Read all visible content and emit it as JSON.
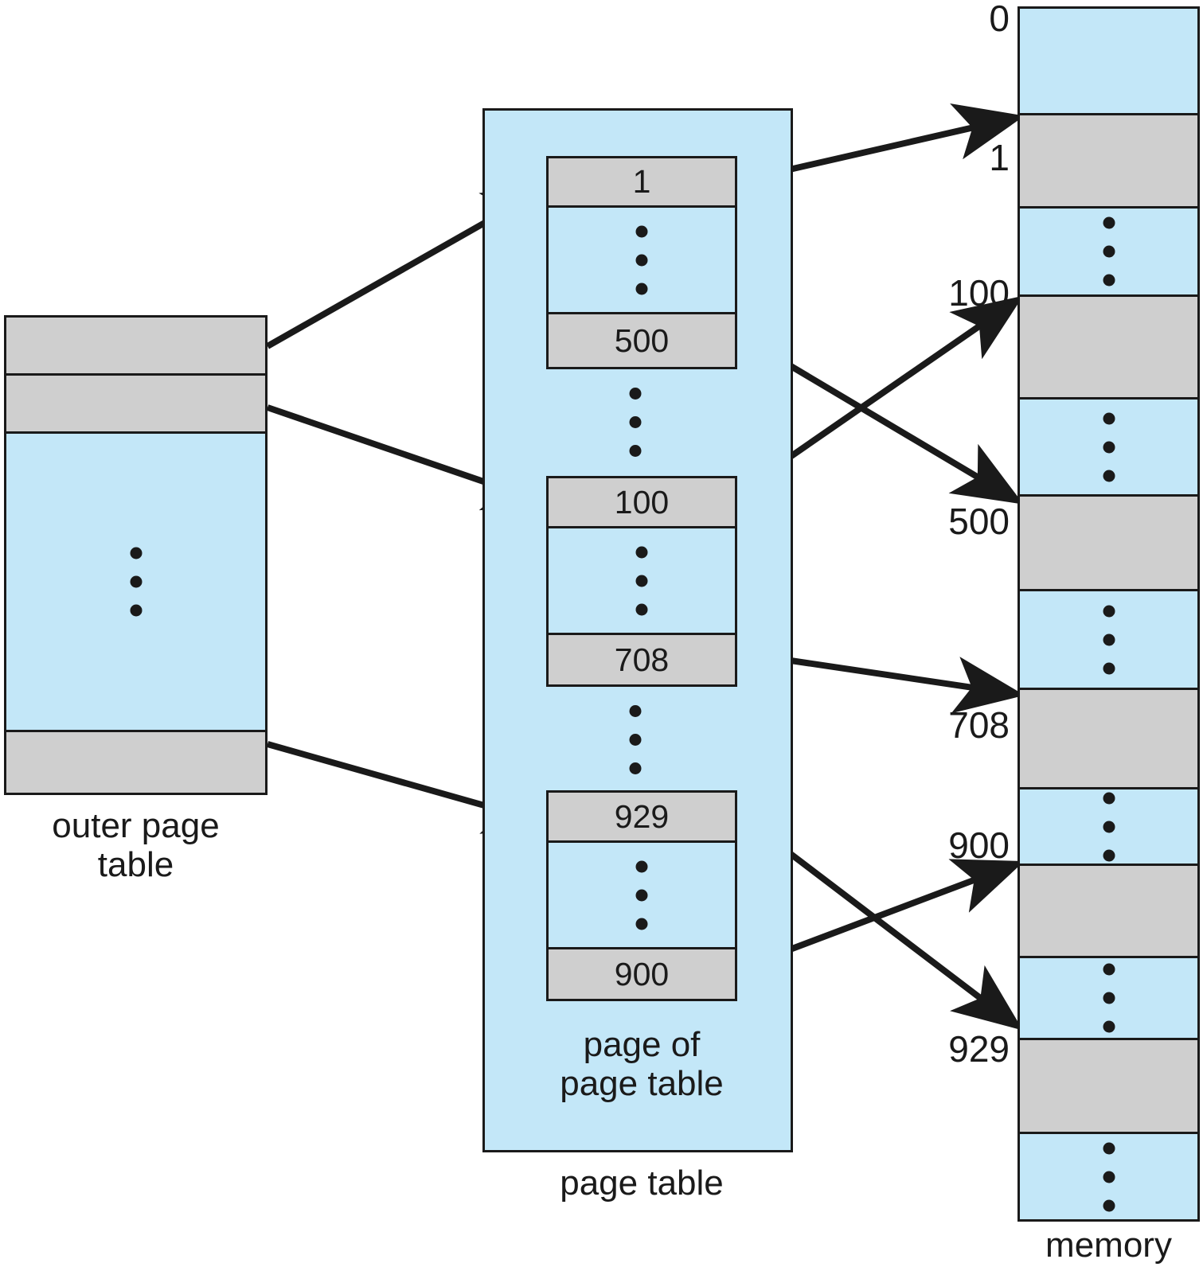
{
  "diagram": {
    "title": "two-level paging address translation",
    "colors": {
      "entry_fill": "#cfcfcf",
      "panel_fill": "#c3e7f8",
      "stroke": "#1a1a1a",
      "background": "#ffffff"
    }
  },
  "outer_page_table": {
    "caption": "outer page\ntable",
    "entries": [
      {
        "kind": "entry",
        "value": ""
      },
      {
        "kind": "entry",
        "value": ""
      },
      {
        "kind": "gap",
        "value": ""
      },
      {
        "kind": "entry",
        "value": ""
      }
    ]
  },
  "page_table": {
    "caption": "page table",
    "inner_caption": "page of\npage table",
    "groups": [
      {
        "top": {
          "value": "1"
        },
        "bottom": {
          "value": "500"
        }
      },
      {
        "top": {
          "value": "100"
        },
        "bottom": {
          "value": "708"
        }
      },
      {
        "top": {
          "value": "929"
        },
        "bottom": {
          "value": "900"
        }
      }
    ]
  },
  "memory": {
    "caption": "memory",
    "frame_labels": [
      "0",
      "1",
      "100",
      "500",
      "708",
      "900",
      "929"
    ],
    "frames": [
      {
        "label": "0",
        "fill": "blue",
        "dots": false
      },
      {
        "label": "1",
        "fill": "gray",
        "dots": false
      },
      {
        "label": "",
        "fill": "blue",
        "dots": true
      },
      {
        "label": "100",
        "fill": "gray",
        "dots": false
      },
      {
        "label": "",
        "fill": "blue",
        "dots": true
      },
      {
        "label": "500",
        "fill": "gray",
        "dots": false
      },
      {
        "label": "",
        "fill": "blue",
        "dots": true
      },
      {
        "label": "708",
        "fill": "gray",
        "dots": false
      },
      {
        "label": "",
        "fill": "blue",
        "dots": true
      },
      {
        "label": "900",
        "fill": "gray",
        "dots": false
      },
      {
        "label": "",
        "fill": "blue",
        "dots": true
      },
      {
        "label": "929",
        "fill": "gray",
        "dots": false
      },
      {
        "label": "",
        "fill": "blue",
        "dots": true
      }
    ]
  },
  "arrows": [
    {
      "from": "outer-entry-0",
      "to": "pt-group-0-top"
    },
    {
      "from": "outer-entry-1",
      "to": "pt-group-1-top"
    },
    {
      "from": "outer-entry-3",
      "to": "pt-group-2-top"
    },
    {
      "from": "pt-1",
      "to": "memory-frame-1"
    },
    {
      "from": "pt-500",
      "to": "memory-frame-500"
    },
    {
      "from": "pt-100",
      "to": "memory-frame-100"
    },
    {
      "from": "pt-708",
      "to": "memory-frame-708"
    },
    {
      "from": "pt-929",
      "to": "memory-frame-929"
    },
    {
      "from": "pt-900",
      "to": "memory-frame-900"
    }
  ]
}
